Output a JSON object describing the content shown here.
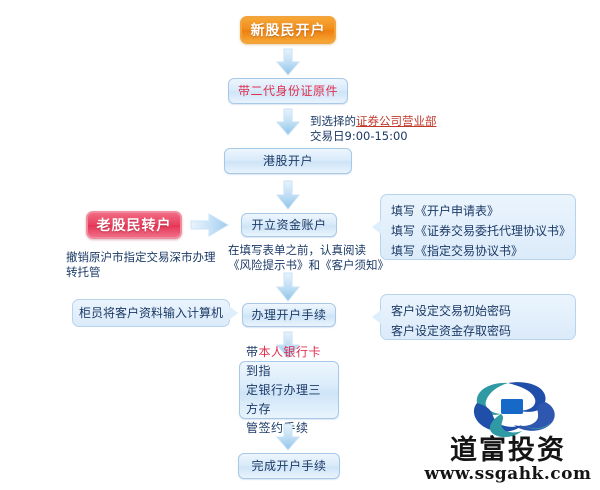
{
  "diagram": {
    "title_node": {
      "label": "新股民开户"
    },
    "alt_entry_node": {
      "label": "老股民转户"
    },
    "nodes": [
      {
        "id": "id-doc",
        "label": "带二代身份证原件"
      },
      {
        "id": "hk-account",
        "label": "港股开户"
      },
      {
        "id": "open-fund",
        "label": "开立资金账户"
      },
      {
        "id": "do-open",
        "label": "办理开户手续"
      },
      {
        "id": "bank-line1",
        "label": "带本人银行卡到指"
      },
      {
        "id": "bank-line2",
        "label": "定银行办理三方存"
      },
      {
        "id": "bank-line3",
        "label": "管签约手续"
      },
      {
        "id": "finish",
        "label": "完成开户手续"
      }
    ],
    "bank_node": {
      "highlight": "本人银行卡",
      "prefix": "带",
      "rest_line1": "到指",
      "line2": "定银行办理三方存",
      "line3": "管签约手续"
    },
    "notes": {
      "venue": {
        "line1_prefix": "到选择的",
        "line1_link": "证券公司营业部",
        "line2": "交易日9:00-15:00"
      },
      "transfer": {
        "line1": "撤销原沪市指定交易深市办理",
        "line2": "转托管"
      },
      "read_first": {
        "line1": "在填写表单之前，认真阅读",
        "line2": "《风险提示书》和《客户须知》"
      }
    },
    "callouts": [
      {
        "id": "forms-callout",
        "tail": "left",
        "lines": [
          "填写《开户申请表》",
          "填写《证券交易委托代理协议书》",
          "填写《指定交易协议书》"
        ]
      },
      {
        "id": "password-callout",
        "tail": "left",
        "lines": [
          "客户设定交易初始密码",
          "客户设定资金存取密码"
        ]
      },
      {
        "id": "teller-callout",
        "tail": "right",
        "lines": [
          "柜员将客户资料输入计算机"
        ]
      }
    ]
  },
  "logo": {
    "brand": "道富投资",
    "url": "www.ssgahk.com"
  },
  "colors": {
    "orange": "#f08c1b",
    "red": "#e63455",
    "node_blue": "#d9ebfa",
    "node_border": "#a8c8e8",
    "text_dark": "#1b3a66",
    "accent_red": "#e03050",
    "link_red": "#c0392b",
    "logo_blue": "#1f4fa8",
    "logo_teal": "#2f9aa3"
  }
}
